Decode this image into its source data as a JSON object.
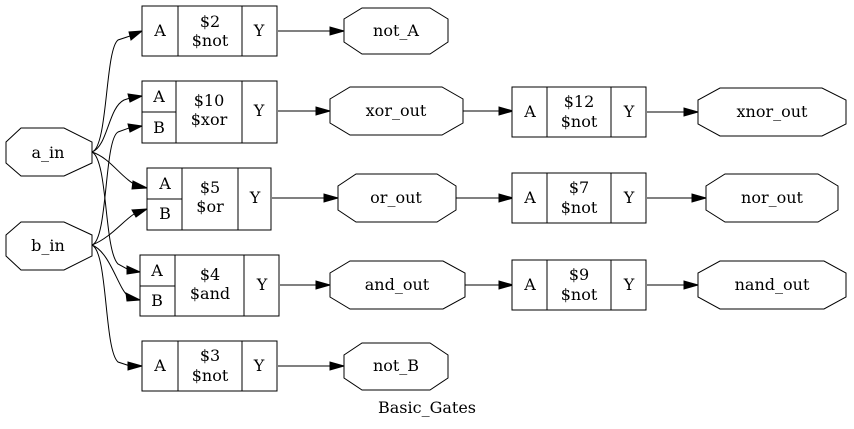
{
  "diagram": {
    "title": "Basic_Gates",
    "inputs": [
      {
        "id": "a_in",
        "label": "a_in"
      },
      {
        "id": "b_in",
        "label": "b_in"
      }
    ],
    "cells": [
      {
        "id": "c2",
        "name": "$2",
        "type": "$not",
        "ports_in": [
          "A"
        ],
        "port_out": "Y"
      },
      {
        "id": "c10",
        "name": "$10",
        "type": "$xor",
        "ports_in": [
          "A",
          "B"
        ],
        "port_out": "Y"
      },
      {
        "id": "c5",
        "name": "$5",
        "type": "$or",
        "ports_in": [
          "A",
          "B"
        ],
        "port_out": "Y"
      },
      {
        "id": "c4",
        "name": "$4",
        "type": "$and",
        "ports_in": [
          "A",
          "B"
        ],
        "port_out": "Y"
      },
      {
        "id": "c3",
        "name": "$3",
        "type": "$not",
        "ports_in": [
          "A"
        ],
        "port_out": "Y"
      },
      {
        "id": "c12",
        "name": "$12",
        "type": "$not",
        "ports_in": [
          "A"
        ],
        "port_out": "Y"
      },
      {
        "id": "c7",
        "name": "$7",
        "type": "$not",
        "ports_in": [
          "A"
        ],
        "port_out": "Y"
      },
      {
        "id": "c9",
        "name": "$9",
        "type": "$not",
        "ports_in": [
          "A"
        ],
        "port_out": "Y"
      }
    ],
    "outputs": [
      {
        "id": "not_A",
        "label": "not_A"
      },
      {
        "id": "xor_out",
        "label": "xor_out"
      },
      {
        "id": "or_out",
        "label": "or_out"
      },
      {
        "id": "and_out",
        "label": "and_out"
      },
      {
        "id": "not_B",
        "label": "not_B"
      },
      {
        "id": "xnor_out",
        "label": "xnor_out"
      },
      {
        "id": "nor_out",
        "label": "nor_out"
      },
      {
        "id": "nand_out",
        "label": "nand_out"
      }
    ],
    "connections": [
      {
        "from": "a_in",
        "to": "c2.A"
      },
      {
        "from": "a_in",
        "to": "c10.A"
      },
      {
        "from": "a_in",
        "to": "c5.A"
      },
      {
        "from": "a_in",
        "to": "c4.A"
      },
      {
        "from": "b_in",
        "to": "c10.B"
      },
      {
        "from": "b_in",
        "to": "c5.B"
      },
      {
        "from": "b_in",
        "to": "c4.B"
      },
      {
        "from": "b_in",
        "to": "c3.A"
      },
      {
        "from": "c2.Y",
        "to": "not_A"
      },
      {
        "from": "c10.Y",
        "to": "xor_out"
      },
      {
        "from": "c5.Y",
        "to": "or_out"
      },
      {
        "from": "c4.Y",
        "to": "and_out"
      },
      {
        "from": "c3.Y",
        "to": "not_B"
      },
      {
        "from": "xor_out",
        "to": "c12.A"
      },
      {
        "from": "c12.Y",
        "to": "xnor_out"
      },
      {
        "from": "or_out",
        "to": "c7.A"
      },
      {
        "from": "c7.Y",
        "to": "nor_out"
      },
      {
        "from": "and_out",
        "to": "c9.A"
      },
      {
        "from": "c9.Y",
        "to": "nand_out"
      }
    ]
  }
}
